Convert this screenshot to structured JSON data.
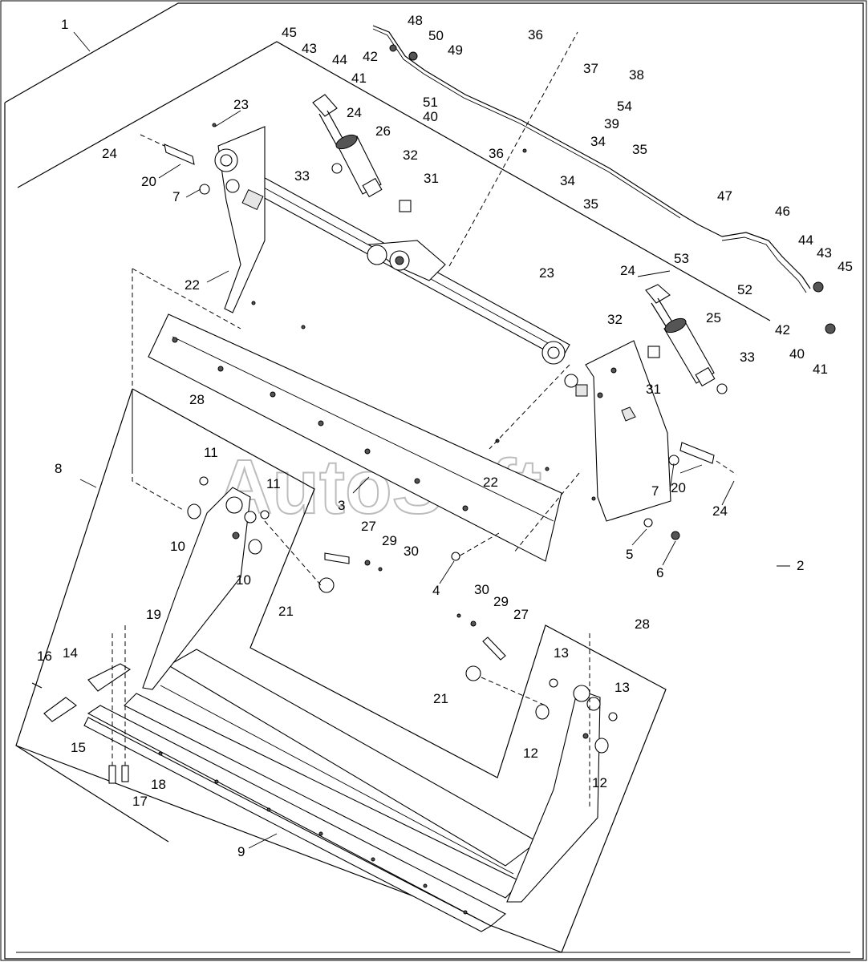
{
  "watermark": "AutoSoft",
  "callouts": [
    {
      "id": "c1",
      "label": "1"
    },
    {
      "id": "c2",
      "label": "2"
    },
    {
      "id": "c3",
      "label": "3"
    },
    {
      "id": "c4",
      "label": "4"
    },
    {
      "id": "c5",
      "label": "5"
    },
    {
      "id": "c6",
      "label": "6"
    },
    {
      "id": "c7a",
      "label": "7"
    },
    {
      "id": "c7b",
      "label": "7"
    },
    {
      "id": "c8",
      "label": "8"
    },
    {
      "id": "c9",
      "label": "9"
    },
    {
      "id": "c10a",
      "label": "10"
    },
    {
      "id": "c10b",
      "label": "10"
    },
    {
      "id": "c11a",
      "label": "11"
    },
    {
      "id": "c11b",
      "label": "11"
    },
    {
      "id": "c12a",
      "label": "12"
    },
    {
      "id": "c12b",
      "label": "12"
    },
    {
      "id": "c13a",
      "label": "13"
    },
    {
      "id": "c13b",
      "label": "13"
    },
    {
      "id": "c14",
      "label": "14"
    },
    {
      "id": "c15",
      "label": "15"
    },
    {
      "id": "c16",
      "label": "16"
    },
    {
      "id": "c17",
      "label": "17"
    },
    {
      "id": "c18",
      "label": "18"
    },
    {
      "id": "c19",
      "label": "19"
    },
    {
      "id": "c20a",
      "label": "20"
    },
    {
      "id": "c20b",
      "label": "20"
    },
    {
      "id": "c21a",
      "label": "21"
    },
    {
      "id": "c21b",
      "label": "21"
    },
    {
      "id": "c22a",
      "label": "22"
    },
    {
      "id": "c22b",
      "label": "22"
    },
    {
      "id": "c23a",
      "label": "23"
    },
    {
      "id": "c23b",
      "label": "23"
    },
    {
      "id": "c24a",
      "label": "24"
    },
    {
      "id": "c24b",
      "label": "24"
    },
    {
      "id": "c24c",
      "label": "24"
    },
    {
      "id": "c24d",
      "label": "24"
    },
    {
      "id": "c25",
      "label": "25"
    },
    {
      "id": "c26",
      "label": "26"
    },
    {
      "id": "c27a",
      "label": "27"
    },
    {
      "id": "c27b",
      "label": "27"
    },
    {
      "id": "c28a",
      "label": "28"
    },
    {
      "id": "c28b",
      "label": "28"
    },
    {
      "id": "c29a",
      "label": "29"
    },
    {
      "id": "c29b",
      "label": "29"
    },
    {
      "id": "c30a",
      "label": "30"
    },
    {
      "id": "c30b",
      "label": "30"
    },
    {
      "id": "c31a",
      "label": "31"
    },
    {
      "id": "c31b",
      "label": "31"
    },
    {
      "id": "c32a",
      "label": "32"
    },
    {
      "id": "c32b",
      "label": "32"
    },
    {
      "id": "c33a",
      "label": "33"
    },
    {
      "id": "c33b",
      "label": "33"
    },
    {
      "id": "c34a",
      "label": "34"
    },
    {
      "id": "c34b",
      "label": "34"
    },
    {
      "id": "c35a",
      "label": "35"
    },
    {
      "id": "c35b",
      "label": "35"
    },
    {
      "id": "c36a",
      "label": "36"
    },
    {
      "id": "c36b",
      "label": "36"
    },
    {
      "id": "c37",
      "label": "37"
    },
    {
      "id": "c38",
      "label": "38"
    },
    {
      "id": "c39",
      "label": "39"
    },
    {
      "id": "c40a",
      "label": "40"
    },
    {
      "id": "c40b",
      "label": "40"
    },
    {
      "id": "c41a",
      "label": "41"
    },
    {
      "id": "c41b",
      "label": "41"
    },
    {
      "id": "c42a",
      "label": "42"
    },
    {
      "id": "c42b",
      "label": "42"
    },
    {
      "id": "c43a",
      "label": "43"
    },
    {
      "id": "c43b",
      "label": "43"
    },
    {
      "id": "c44a",
      "label": "44"
    },
    {
      "id": "c44b",
      "label": "44"
    },
    {
      "id": "c45a",
      "label": "45"
    },
    {
      "id": "c45b",
      "label": "45"
    },
    {
      "id": "c46",
      "label": "46"
    },
    {
      "id": "c47",
      "label": "47"
    },
    {
      "id": "c48",
      "label": "48"
    },
    {
      "id": "c49",
      "label": "49"
    },
    {
      "id": "c50",
      "label": "50"
    },
    {
      "id": "c51",
      "label": "51"
    },
    {
      "id": "c52",
      "label": "52"
    },
    {
      "id": "c53",
      "label": "53"
    },
    {
      "id": "c54",
      "label": "54"
    }
  ]
}
